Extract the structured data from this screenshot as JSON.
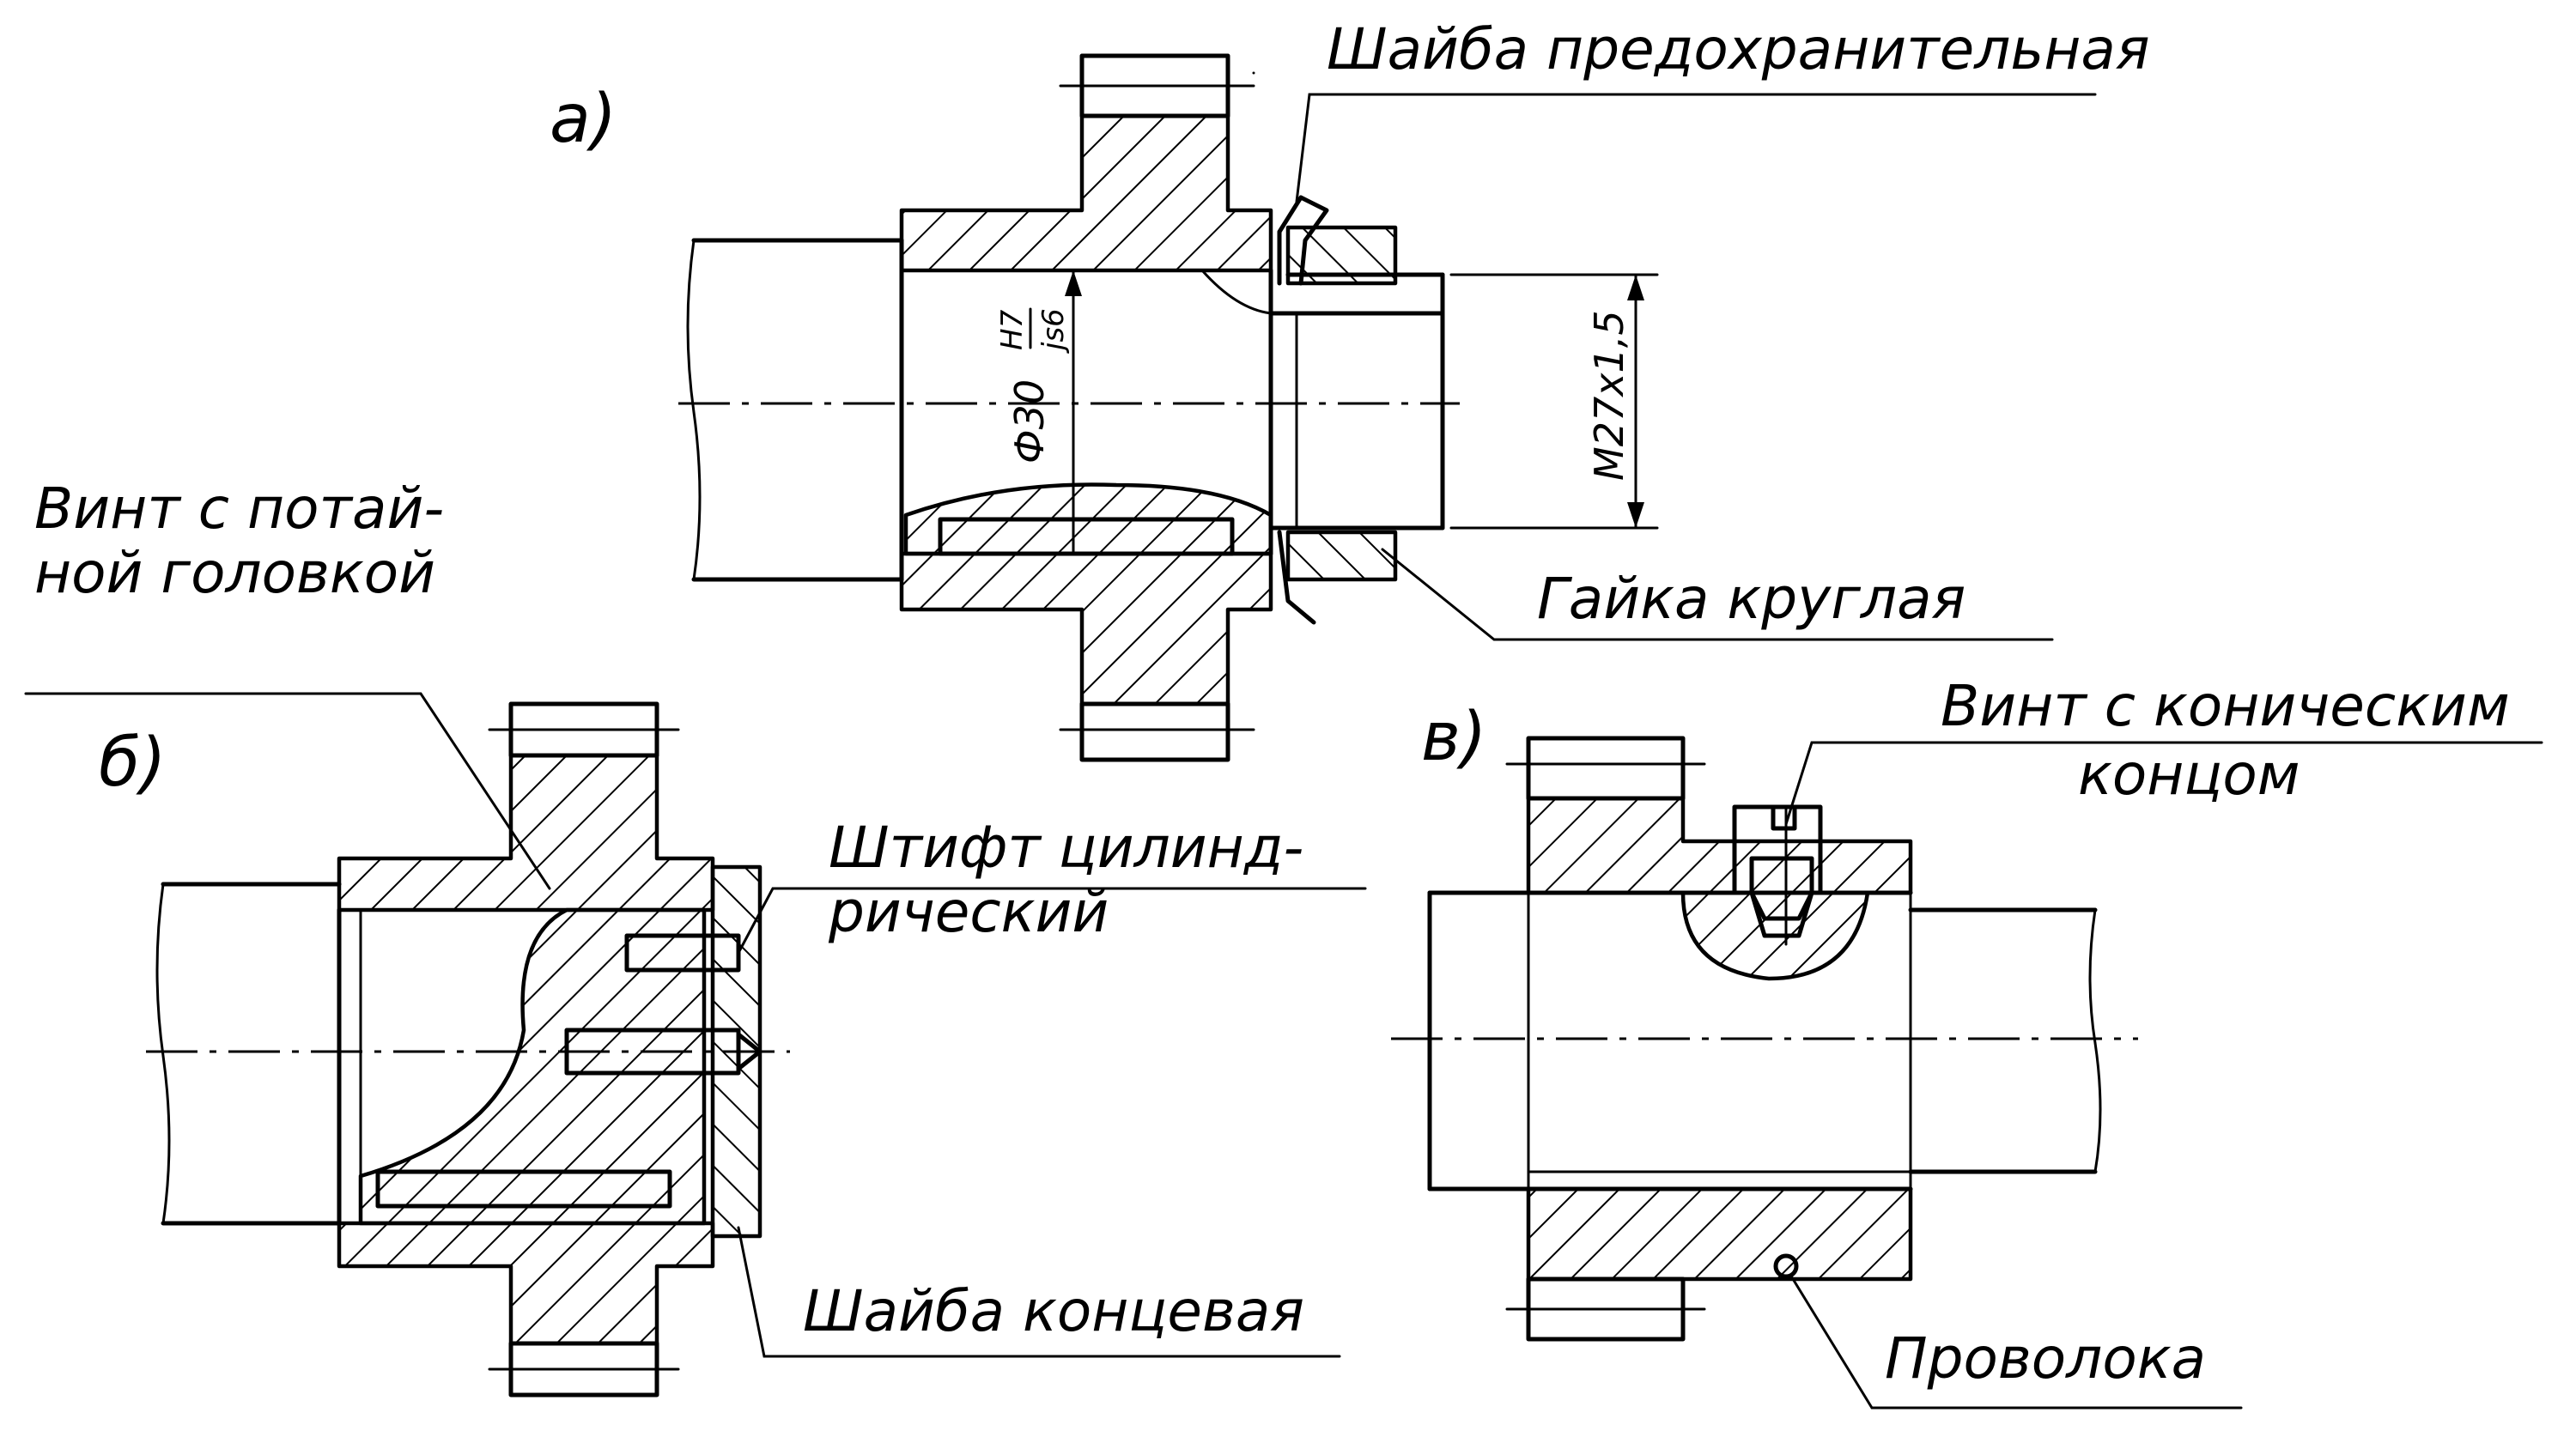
{
  "views": {
    "a": {
      "marker": "а)"
    },
    "b": {
      "marker": "б)"
    },
    "v": {
      "marker": "в)"
    }
  },
  "labels": {
    "safety_washer": "Шайба предохранительная",
    "round_nut": "Гайка круглая",
    "countersunk_screw_line1": "Винт с потай-",
    "countersunk_screw_line2": "ной головкой",
    "cyl_pin_line1": "Штифт цилинд-",
    "cyl_pin_line2": "рический",
    "end_washer": "Шайба концевая",
    "cone_screw_line1": "Винт с коническим",
    "cone_screw_line2": "концом",
    "wire": "Проволока"
  },
  "dimensions": {
    "fit_diameter": "Ф30",
    "fit_hole": "H7",
    "fit_shaft": "js6",
    "thread": "M27x1,5"
  }
}
